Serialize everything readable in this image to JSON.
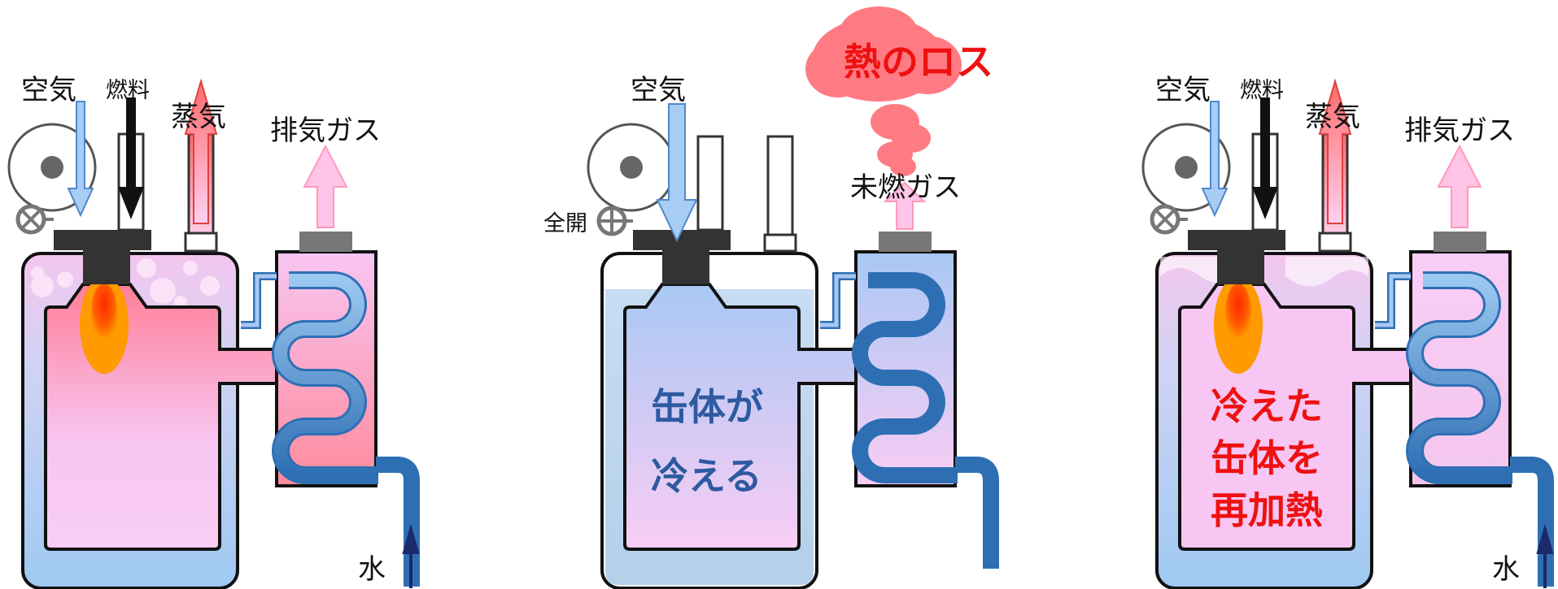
{
  "colors": {
    "body_pink": "#f7c6f2",
    "jacket_blue": "#9ec9f2",
    "cold_blue": "#a9c8f4",
    "flame_orange": "#ff9a00",
    "flame_red": "#ff3300",
    "pipe_blue": "#2e6fb4",
    "cap_dark": "#333333",
    "cloud_red": "#ff7b84",
    "warn_red": "#ee1111",
    "text_blue": "#2d5aa0",
    "arrow_light_blue": "#a8cdf4",
    "arrow_pink": "#ffc4e8"
  },
  "panels": [
    {
      "id": "operating",
      "labels": {
        "air": "空気",
        "fuel": "燃料",
        "steam": "蒸気",
        "exhaust": "排気ガス",
        "water": "水"
      }
    },
    {
      "id": "purging",
      "labels": {
        "air": "空気",
        "valve": "全開",
        "loss": "熱のロス",
        "unburnt": "未燃ガス",
        "message_line1": "缶体が",
        "message_line2": "冷える"
      }
    },
    {
      "id": "reheating",
      "labels": {
        "air": "空気",
        "fuel": "燃料",
        "steam": "蒸気",
        "exhaust": "排気ガス",
        "water": "水",
        "message_line1": "冷えた",
        "message_line2": "缶体を",
        "message_line3": "再加熱"
      }
    }
  ]
}
